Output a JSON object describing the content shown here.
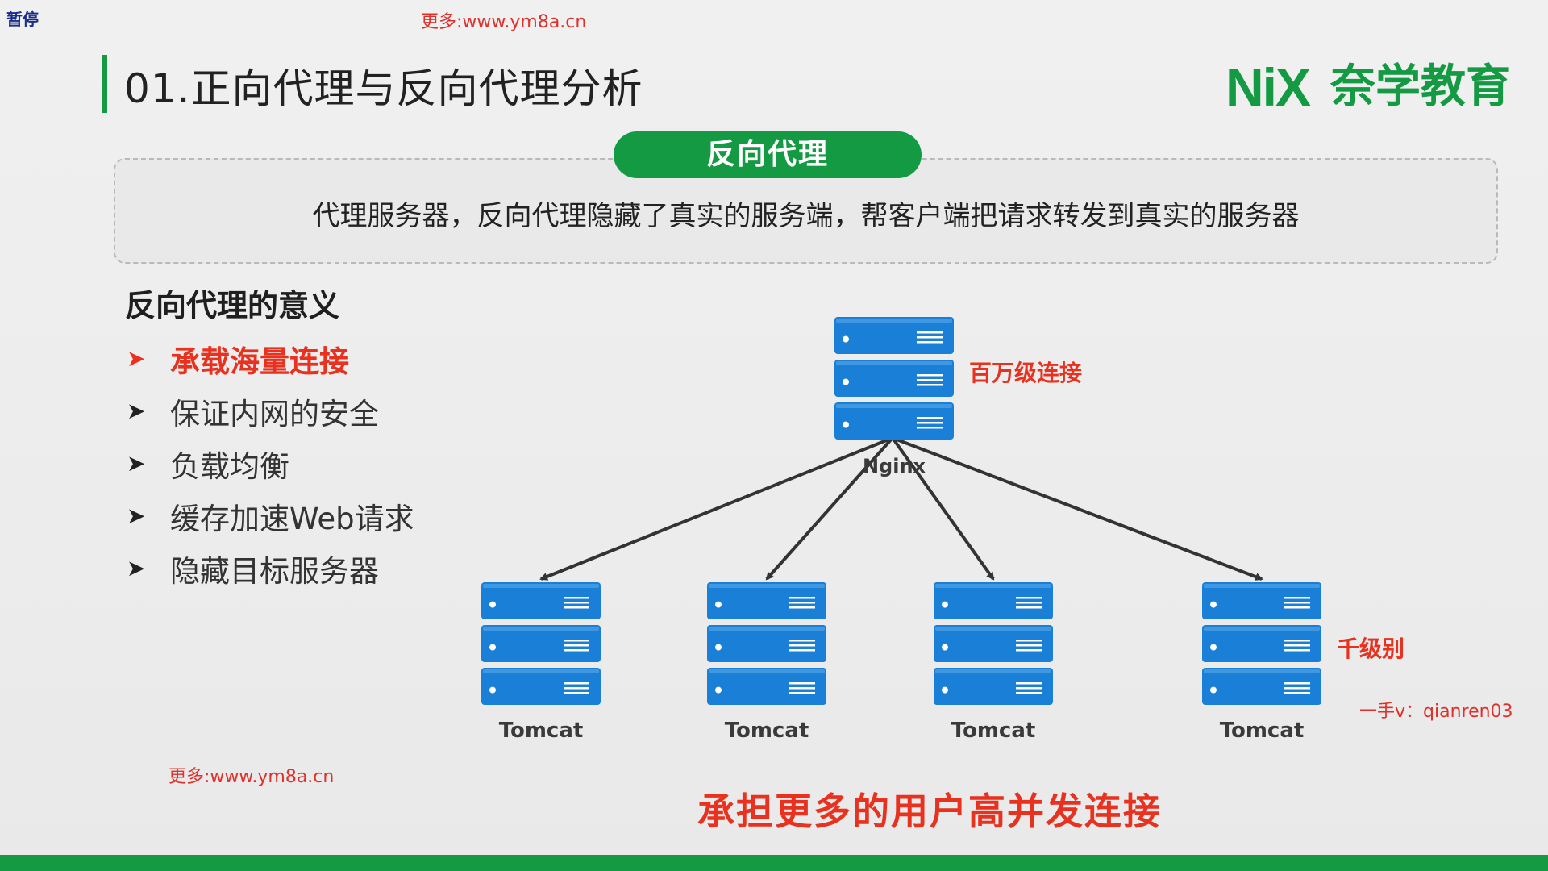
{
  "overlay": {
    "pause_label": "暂停",
    "watermark_top": "更多:www.ym8a.cn",
    "watermark_bottom": "更多:www.ym8a.cn",
    "contact": "一手v：qianren03"
  },
  "header": {
    "title": "01.正向代理与反向代理分析",
    "logo_mark": "NiX",
    "logo_text": "奈学教育"
  },
  "definition": {
    "pill_label": "反向代理",
    "text": "代理服务器，反向代理隐藏了真实的服务端，帮客户端把请求转发到真实的服务器"
  },
  "meaning": {
    "heading": "反向代理的意义",
    "arrow_glyph": "➤",
    "items": [
      {
        "label": "承载海量连接",
        "highlighted": true
      },
      {
        "label": "保证内网的安全",
        "highlighted": false
      },
      {
        "label": "负载均衡",
        "highlighted": false
      },
      {
        "label": "缓存加速Web请求",
        "highlighted": false
      },
      {
        "label": "隐藏目标服务器",
        "highlighted": false
      }
    ]
  },
  "diagram": {
    "proxy": {
      "name": "Nginx",
      "capacity_label": "百万级连接"
    },
    "backends": [
      {
        "name": "Tomcat"
      },
      {
        "name": "Tomcat"
      },
      {
        "name": "Tomcat"
      },
      {
        "name": "Tomcat"
      }
    ],
    "backend_capacity_label": "千级别",
    "server_color": "#1a7fd6",
    "arrow_color": "#333333"
  },
  "caption": "承担更多的用户高并发连接",
  "colors": {
    "accent_green": "#139a43",
    "highlight_red": "#e8321f",
    "watermark_red": "#e0302a",
    "pause_blue": "#1a2f8c"
  }
}
